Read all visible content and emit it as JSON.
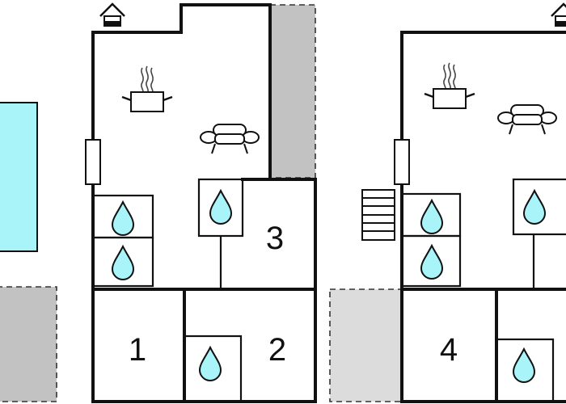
{
  "colors": {
    "wall": "#111111",
    "pool": "#a8f4f8",
    "terrace": "#c2c2c2",
    "terrace_light": "#dcdcdc",
    "water_drop": "#a8f4f8",
    "background": "#ffffff"
  },
  "icons": [
    "house-entrance-icon",
    "stove-pot-icon",
    "sofa-icon",
    "water-drop-icon",
    "stairs-icon"
  ],
  "rooms": [
    {
      "id": "room-1",
      "label": "1"
    },
    {
      "id": "room-2",
      "label": "2"
    },
    {
      "id": "room-3",
      "label": "3"
    },
    {
      "id": "room-4",
      "label": "4"
    }
  ]
}
